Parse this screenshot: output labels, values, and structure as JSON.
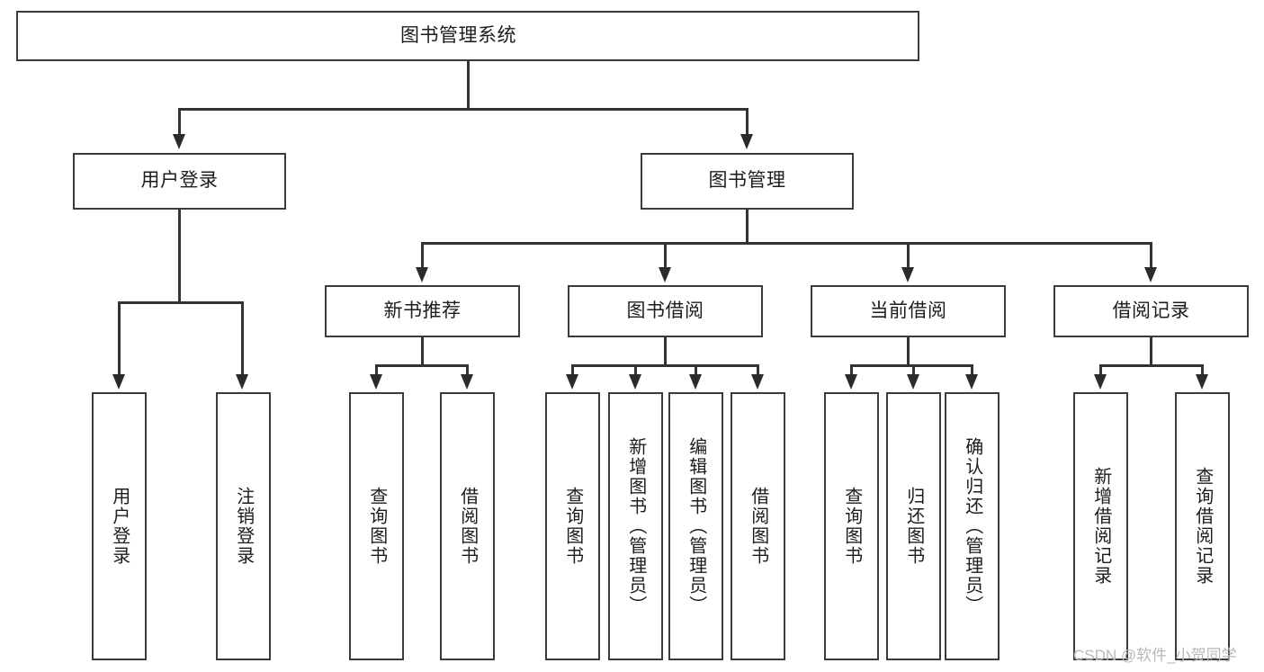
{
  "diagram": {
    "title": "图书管理系统",
    "watermark": "CSDN @软件_小贺同学",
    "colors": {
      "box_border": "#3b3b3b",
      "box_fill": "#ffffff",
      "connector": "#333333",
      "text": "#1c1c1c",
      "watermark": "#b8b8b8",
      "background": "#ffffff"
    },
    "levels": {
      "level1": [
        {
          "id": "root",
          "label": "图书管理系统"
        }
      ],
      "level2": [
        {
          "id": "user-login",
          "label": "用户登录"
        },
        {
          "id": "book-manage",
          "label": "图书管理"
        }
      ],
      "level3": [
        {
          "id": "new-book-recommend",
          "label": "新书推荐",
          "parent": "book-manage"
        },
        {
          "id": "book-borrow",
          "label": "图书借阅",
          "parent": "book-manage"
        },
        {
          "id": "current-borrow",
          "label": "当前借阅",
          "parent": "book-manage"
        },
        {
          "id": "borrow-record",
          "label": "借阅记录",
          "parent": "book-manage"
        }
      ],
      "level4": [
        {
          "id": "leaf-user-login",
          "label": "用户登录",
          "parent": "user-login"
        },
        {
          "id": "leaf-user-logout",
          "label": "注销登录",
          "parent": "user-login"
        },
        {
          "id": "leaf-query-book-1",
          "label": "查询图书",
          "parent": "new-book-recommend"
        },
        {
          "id": "leaf-borrow-book-1",
          "label": "借阅图书",
          "parent": "new-book-recommend"
        },
        {
          "id": "leaf-query-book-2",
          "label": "查询图书",
          "parent": "book-borrow"
        },
        {
          "id": "leaf-add-book",
          "label": "新增图书（管理员）",
          "parent": "book-borrow"
        },
        {
          "id": "leaf-edit-book",
          "label": "编辑图书（管理员）",
          "parent": "book-borrow"
        },
        {
          "id": "leaf-borrow-book-2",
          "label": "借阅图书",
          "parent": "book-borrow"
        },
        {
          "id": "leaf-query-book-3",
          "label": "查询图书",
          "parent": "current-borrow"
        },
        {
          "id": "leaf-return-book",
          "label": "归还图书",
          "parent": "current-borrow"
        },
        {
          "id": "leaf-confirm-return",
          "label": "确认归还（管理员）",
          "parent": "current-borrow"
        },
        {
          "id": "leaf-add-record",
          "label": "新增借阅记录",
          "parent": "borrow-record"
        },
        {
          "id": "leaf-query-record",
          "label": "查询借阅记录",
          "parent": "borrow-record"
        }
      ]
    }
  }
}
